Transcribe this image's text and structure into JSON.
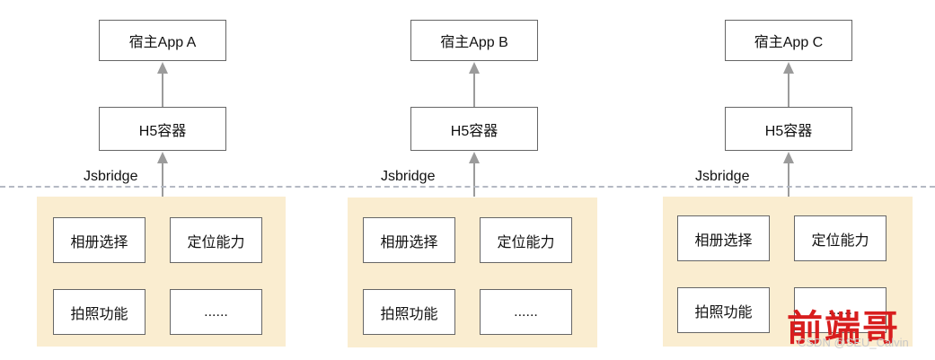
{
  "columns": [
    {
      "app": "宿主App A",
      "container": "H5容器",
      "bridge": "Jsbridge",
      "capabilities": [
        "相册选择",
        "定位能力",
        "拍照功能",
        "......"
      ]
    },
    {
      "app": "宿主App B",
      "container": "H5容器",
      "bridge": "Jsbridge",
      "capabilities": [
        "相册选择",
        "定位能力",
        "拍照功能",
        "......"
      ]
    },
    {
      "app": "宿主App C",
      "container": "H5容器",
      "bridge": "Jsbridge",
      "capabilities": [
        "相册选择",
        "定位能力",
        "拍照功能",
        "......"
      ]
    }
  ],
  "watermark": {
    "title": "前端哥",
    "credit": "CSDN @SEU_Calvin"
  },
  "colors": {
    "panel": "#faedd0",
    "arrow": "#9b9b9b",
    "divider": "#b4b9c3",
    "border": "#666666",
    "watermark": "#d81e1e"
  }
}
